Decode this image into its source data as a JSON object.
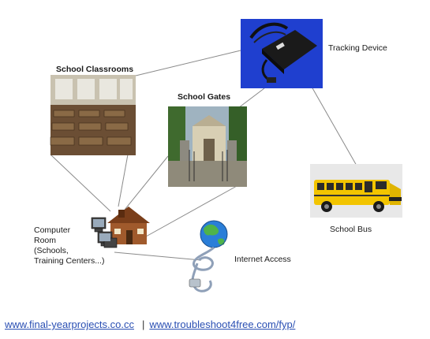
{
  "nodes": {
    "classrooms": {
      "label": "School Classrooms"
    },
    "gates": {
      "label": "School Gates"
    },
    "tracking": {
      "label": "Tracking Device"
    },
    "bus": {
      "label": "School Bus"
    },
    "computer_room": {
      "label": "Computer\nRoom\n(Schools,\nTraining Centers...)"
    },
    "internet": {
      "label": "Internet Access"
    }
  },
  "footer": {
    "link1": "www.final-yearprojects.co.cc",
    "separator": "|",
    "link2": "www.troubleshoot4free.com/fyp/"
  },
  "colors": {
    "link": "#2a4fb3",
    "connector": "#8a8a8a",
    "bus_yellow": "#f2c400",
    "device_bg": "#1f3fcf"
  }
}
